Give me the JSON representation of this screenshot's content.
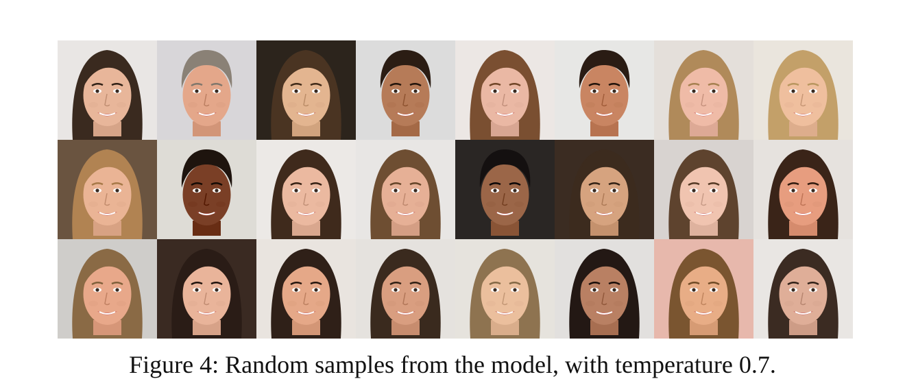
{
  "figure": {
    "caption": "Figure 4: Random samples from the model, with temperature 0.7.",
    "rows": [
      [
        {
          "bg": "#e9e6e4",
          "skin": "#e8b69a",
          "hair": "#3a2a1f",
          "hair_style": "long"
        },
        {
          "bg": "#d8d6d9",
          "skin": "#e4a78a",
          "hair": "#8a8176",
          "hair_style": "short"
        },
        {
          "bg": "#2c241c",
          "skin": "#e3b590",
          "hair": "#4a3422",
          "hair_style": "long"
        },
        {
          "bg": "#dcdcdc",
          "skin": "#b67b58",
          "hair": "#2b1d14",
          "hair_style": "short"
        },
        {
          "bg": "#ece7e4",
          "skin": "#eab8a4",
          "hair": "#7a4f31",
          "hair_style": "long"
        },
        {
          "bg": "#e7e7e5",
          "skin": "#c98562",
          "hair": "#2a1c14",
          "hair_style": "short"
        },
        {
          "bg": "#e4dfda",
          "skin": "#efbba7",
          "hair": "#b08a5a",
          "hair_style": "long"
        },
        {
          "bg": "#eae5dd",
          "skin": "#efbf9e",
          "hair": "#c3a069",
          "hair_style": "long"
        }
      ],
      [
        {
          "bg": "#6a5440",
          "skin": "#eab495",
          "hair": "#b18352",
          "hair_style": "long"
        },
        {
          "bg": "#dedcd6",
          "skin": "#7a3f26",
          "hair": "#1e140e",
          "hair_style": "short"
        },
        {
          "bg": "#ece9e6",
          "skin": "#ebb9a0",
          "hair": "#3f2a1c",
          "hair_style": "long"
        },
        {
          "bg": "#e8e6e4",
          "skin": "#e6b096",
          "hair": "#6e4e32",
          "hair_style": "long"
        },
        {
          "bg": "#2a2624",
          "skin": "#9b6648",
          "hair": "#141010",
          "hair_style": "short"
        },
        {
          "bg": "#3b2c22",
          "skin": "#d6a37f",
          "hair": "#3c2b1e",
          "hair_style": "long"
        },
        {
          "bg": "#d8d3d0",
          "skin": "#f0c4b0",
          "hair": "#5e432e",
          "hair_style": "long"
        },
        {
          "bg": "#e6e2de",
          "skin": "#e79d7f",
          "hair": "#3a2418",
          "hair_style": "long"
        }
      ],
      [
        {
          "bg": "#cfcdca",
          "skin": "#e8a88a",
          "hair": "#8a6a45",
          "hair_style": "long"
        },
        {
          "bg": "#3a2a22",
          "skin": "#e9b49a",
          "hair": "#2a1c16",
          "hair_style": "long"
        },
        {
          "bg": "#e9e4df",
          "skin": "#e5a888",
          "hair": "#2f2018",
          "hair_style": "long"
        },
        {
          "bg": "#e5e2de",
          "skin": "#d99e80",
          "hair": "#3a2a1e",
          "hair_style": "long"
        },
        {
          "bg": "#e6e3dd",
          "skin": "#ebbf9d",
          "hair": "#8e7350",
          "hair_style": "long"
        },
        {
          "bg": "#e2e0de",
          "skin": "#b98063",
          "hair": "#231814",
          "hair_style": "long"
        },
        {
          "bg": "#e7b8ac",
          "skin": "#e8ad86",
          "hair": "#7a5530",
          "hair_style": "long"
        },
        {
          "bg": "#e9e6e3",
          "skin": "#dfae98",
          "hair": "#3b2b22",
          "hair_style": "long"
        }
      ]
    ]
  }
}
